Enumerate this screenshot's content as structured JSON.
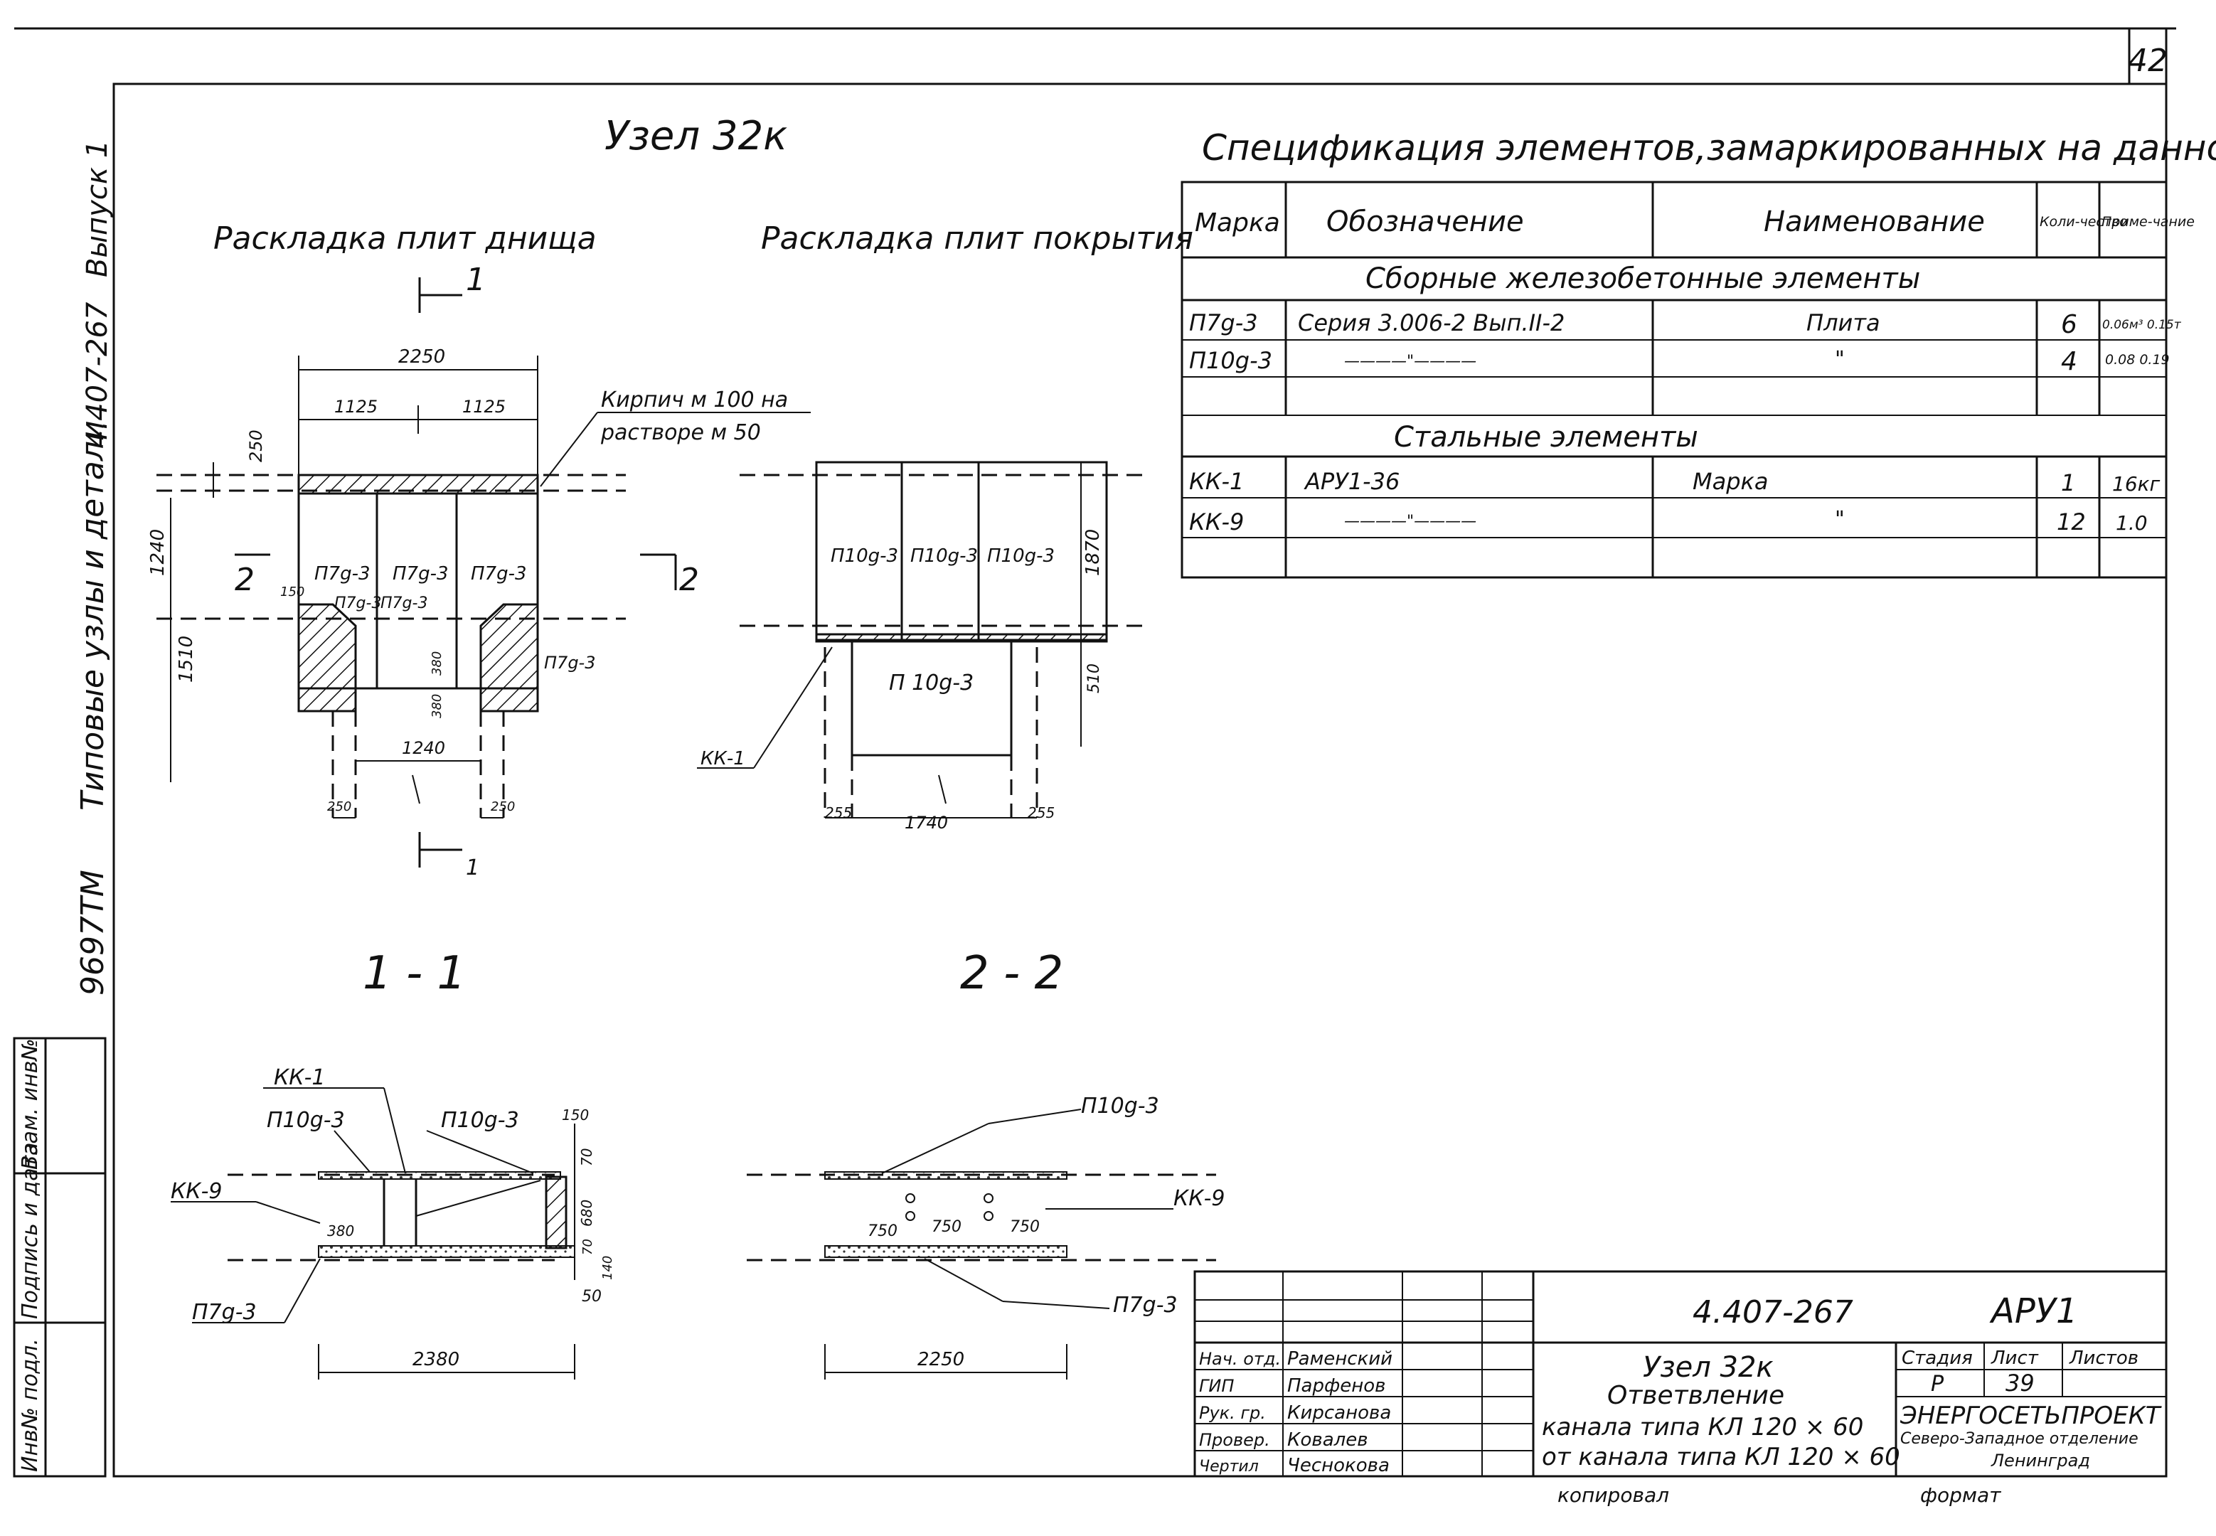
{
  "sheet_number": "42",
  "margin": {
    "series": "4.407-267",
    "issue": "Выпуск 1",
    "title": "Типовые узлы и детали",
    "code": "9697ТМ",
    "stamp_inv": "Инв№ подл.",
    "stamp_sign": "Подпись и дата",
    "stamp_replace": "Взам. инв№"
  },
  "node_title": "Узел 32к",
  "bottom_plan": {
    "title": "Раскладка плит днища",
    "note_line1": "Кирпич м 100 на",
    "note_line2": "растворе м 50",
    "cut1": "1",
    "cut2": "2",
    "dim_2250": "2250",
    "dim_1125a": "1125",
    "dim_1125b": "1125",
    "dim_250": "250",
    "dim_1240v": "1240",
    "dim_1510": "1510",
    "dim_150": "150",
    "dim_380": "380",
    "dim_380b": "380",
    "dim_1240h": "1240",
    "dim_250a": "250",
    "dim_250b": "250",
    "p7a": "П7g-3",
    "p7b": "П7g-3",
    "p7c": "П7g-3",
    "p7d": "П7g-3",
    "p7e": "П7g-3",
    "p7f": "П7g-3"
  },
  "top_plan": {
    "title": "Раскладка плит покрытия",
    "p10a": "П10g-3",
    "p10b": "П10g-3",
    "p10c": "П10g-3",
    "p10d": "П 10g-3",
    "dim_1870": "1870",
    "dim_510": "510",
    "dim_1740": "1740",
    "dim_255a": "255",
    "dim_255b": "255",
    "kk1": "КК-1"
  },
  "section11": {
    "title": "1 - 1",
    "kk1": "КК-1",
    "p10a": "П10g-3",
    "p10b": "П10g-3",
    "kk9": "КК-9",
    "p7": "П7g-3",
    "dim_150": "150",
    "dim_70a": "70",
    "dim_680": "680",
    "dim_70b": "70",
    "dim_140": "140",
    "dim_50": "50",
    "dim_380": "380",
    "dim_2380": "2380"
  },
  "section22": {
    "title": "2 - 2",
    "p10": "П10g-3",
    "kk9": "КК-9",
    "p7": "П7g-3",
    "dim_750a": "750",
    "dim_750b": "750",
    "dim_750c": "750",
    "dim_2250": "2250"
  },
  "spec": {
    "title": "Спецификация элементов,замаркированных на данном листе",
    "headers": [
      "Марка",
      "Обозначение",
      "Наименование",
      "Коли-чество",
      "Приме-чание"
    ],
    "group1": "Сборные железобетонные элементы",
    "group2": "Стальные элементы",
    "rows": [
      {
        "mark": "П7g-3",
        "designation": "Серия 3.006-2 Вып.II-2",
        "name": "Плита",
        "qty": "6",
        "note": "0.06м³ 0.15т"
      },
      {
        "mark": "П10g-3",
        "designation": "————\"————",
        "name": "\"",
        "qty": "4",
        "note": "0.08 0.19"
      },
      {
        "mark": "КК-1",
        "designation": "АРУ1-36",
        "name": "Марка",
        "qty": "1",
        "note": "16кг"
      },
      {
        "mark": "КК-9",
        "designation": "————\"————",
        "name": "\"",
        "qty": "12",
        "note": "1.0"
      }
    ]
  },
  "title_block": {
    "doc_number": "4.407-267",
    "code": "АРУ1",
    "roles": [
      "Нач. отд.",
      "ГИП",
      "Рук. гр.",
      "Провер.",
      "Чертил"
    ],
    "names": [
      "Раменский",
      "Парфенов",
      "Кирсанова",
      "Ковалев",
      "Чеснокова"
    ],
    "title_line1": "Узел 32к",
    "title_line2": "Ответвление",
    "title_line3": "канала типа КЛ 120 × 60",
    "title_line4": "от канала типа КЛ 120 × 60",
    "stage_label": "Стадия",
    "sheet_label": "Лист",
    "sheets_label": "Листов",
    "stage": "Р",
    "sheet": "39",
    "org1": "ЭНЕРГОСЕТЬПРОЕКТ",
    "org2": "Северо-Западное отделение",
    "org3": "Ленинград",
    "copied": "копировал",
    "format": "формат"
  }
}
